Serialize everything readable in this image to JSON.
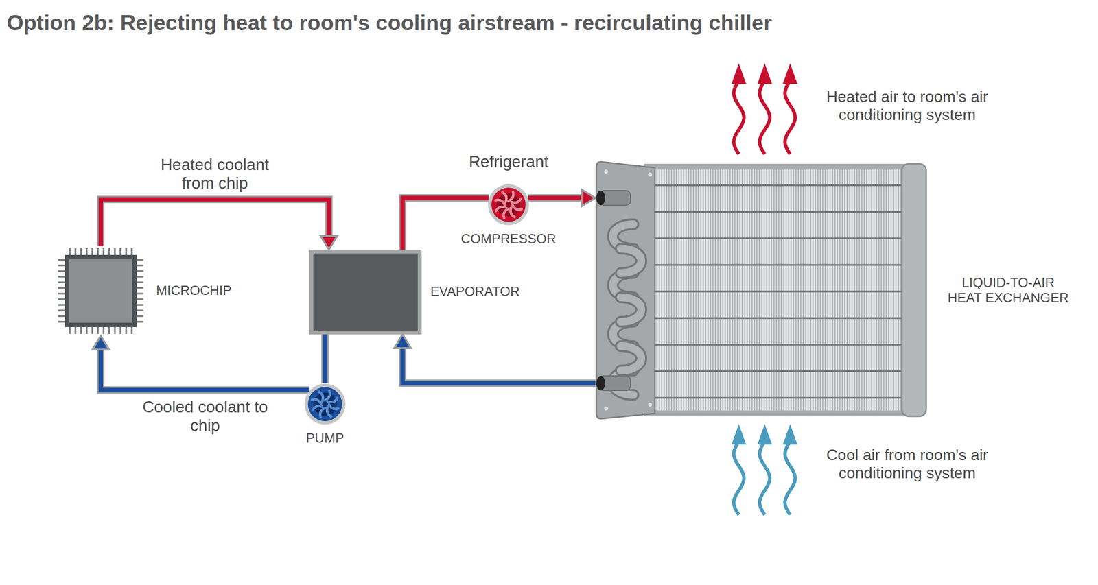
{
  "diagram": {
    "title": "Option 2b: Rejecting heat to room's cooling airstream - recirculating chiller",
    "nodes": [
      {
        "text": [
          "MICROCHIP"
        ]
      },
      {
        "text": [
          "EVAPORATOR"
        ]
      },
      {
        "text": [
          "PUMP"
        ]
      },
      {
        "text": [
          "COMPRESSOR"
        ]
      },
      {
        "text": [
          "LIQUID-TO-AIR HEAT EXCHANGER"
        ]
      }
    ],
    "edges": [
      {
        "from": 0,
        "to": 1,
        "arrow": "to",
        "label": "Heated coolant from chip"
      },
      {
        "from": 1,
        "to": 2,
        "arrow": "none"
      },
      {
        "from": 2,
        "to": 0,
        "arrow": "to",
        "label": "Cooled coolant to chip"
      },
      {
        "from": 1,
        "to": 3,
        "arrow": "none",
        "label": "Refrigerant"
      },
      {
        "from": 3,
        "to": 4,
        "arrow": "to"
      },
      {
        "from": 4,
        "to": 1,
        "arrow": "to"
      }
    ],
    "labels": [
      "Heated air to room's air conditioning system",
      "Cool air from room's air conditioning system"
    ]
  }
}
